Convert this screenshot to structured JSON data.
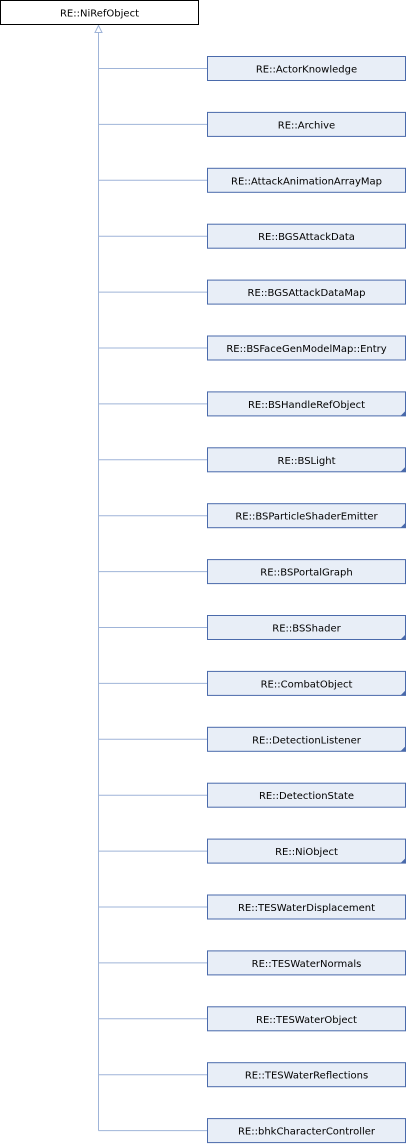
{
  "root": {
    "label": "RE::NiRefObject"
  },
  "children": [
    {
      "label": "RE::ActorKnowledge",
      "has_more": false
    },
    {
      "label": "RE::Archive",
      "has_more": false
    },
    {
      "label": "RE::AttackAnimationArrayMap",
      "has_more": false
    },
    {
      "label": "RE::BGSAttackData",
      "has_more": false
    },
    {
      "label": "RE::BGSAttackDataMap",
      "has_more": false
    },
    {
      "label": "RE::BSFaceGenModelMap::Entry",
      "has_more": false
    },
    {
      "label": "RE::BSHandleRefObject",
      "has_more": true
    },
    {
      "label": "RE::BSLight",
      "has_more": true
    },
    {
      "label": "RE::BSParticleShaderEmitter",
      "has_more": true
    },
    {
      "label": "RE::BSPortalGraph",
      "has_more": false
    },
    {
      "label": "RE::BSShader",
      "has_more": true
    },
    {
      "label": "RE::CombatObject",
      "has_more": true
    },
    {
      "label": "RE::DetectionListener",
      "has_more": true
    },
    {
      "label": "RE::DetectionState",
      "has_more": false
    },
    {
      "label": "RE::NiObject",
      "has_more": true
    },
    {
      "label": "RE::TESWaterDisplacement",
      "has_more": false
    },
    {
      "label": "RE::TESWaterNormals",
      "has_more": false
    },
    {
      "label": "RE::TESWaterObject",
      "has_more": false
    },
    {
      "label": "RE::TESWaterReflections",
      "has_more": false
    },
    {
      "label": "RE::bhkCharacterController",
      "has_more": false
    }
  ],
  "colors": {
    "root_fill": "#ffffff",
    "root_stroke": "#000000",
    "node_fill": "#e8eef7",
    "node_stroke": "#4a6aab",
    "edge": "#9fb4d8",
    "more_marker": "#4a6aab"
  }
}
